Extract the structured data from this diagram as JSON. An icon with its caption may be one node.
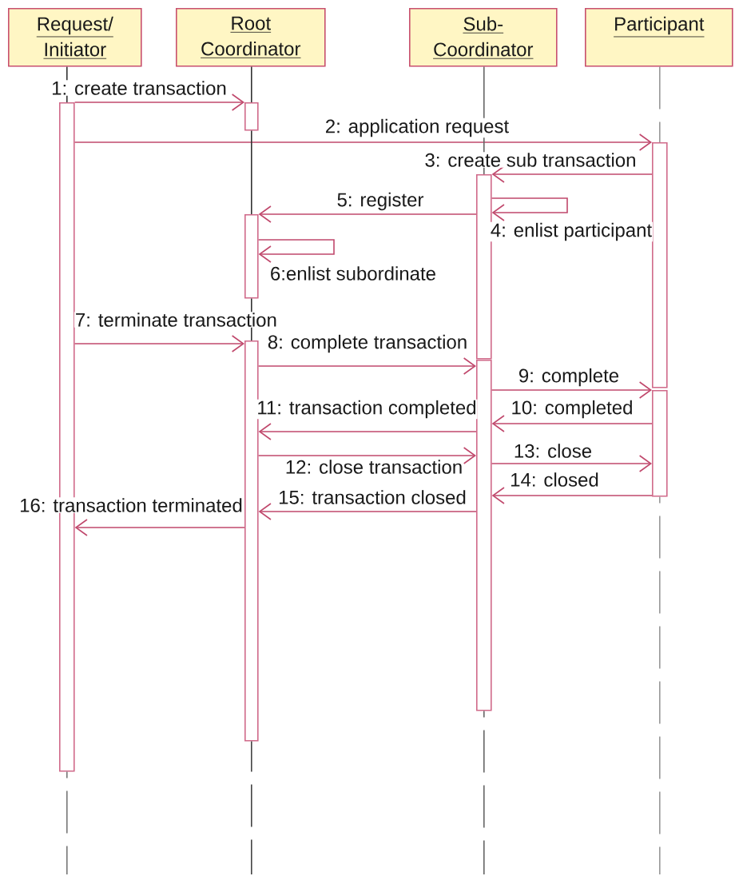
{
  "diagram": {
    "nodes": [
      {
        "text": [
          "Request/ Initiator"
        ]
      },
      {
        "text": [
          "Root Coordinator"
        ]
      },
      {
        "text": [
          "Sub- Coordinator"
        ]
      },
      {
        "text": [
          "Participant"
        ]
      },
      {
        "text": [],
        "shape": "bar"
      },
      {
        "text": [],
        "shape": "bar"
      },
      {
        "text": [],
        "shape": "bar"
      },
      {
        "text": [],
        "shape": "bar"
      },
      {
        "text": [],
        "shape": "bar"
      },
      {
        "text": [],
        "shape": "bar"
      },
      {
        "text": [],
        "shape": "bar"
      },
      {
        "text": [],
        "shape": "bar"
      }
    ],
    "edges": [
      {
        "from": 4,
        "to": 5,
        "arrow": "to",
        "label": "1: create transaction"
      },
      {
        "from": 4,
        "to": 10,
        "arrow": "to",
        "label": "2: application request"
      },
      {
        "from": 10,
        "to": 8,
        "arrow": "to",
        "label": "3: create sub transaction"
      },
      {
        "from": 8,
        "to": 8,
        "arrow": "to",
        "label": "4: enlist participant"
      },
      {
        "from": 8,
        "to": 6,
        "arrow": "to",
        "label": "5: register"
      },
      {
        "from": 6,
        "to": 6,
        "arrow": "to",
        "label": "6:enlist subordinate"
      },
      {
        "from": 4,
        "to": 7,
        "arrow": "to",
        "label": "7: terminate transaction"
      },
      {
        "from": 7,
        "to": 9,
        "arrow": "to",
        "label": "8: complete transaction"
      },
      {
        "from": 9,
        "to": 11,
        "arrow": "to",
        "label": "9: complete"
      },
      {
        "from": 11,
        "to": 9,
        "arrow": "to",
        "label": "10: completed"
      },
      {
        "from": 9,
        "to": 7,
        "arrow": "to",
        "label": "11: transaction completed"
      },
      {
        "from": 7,
        "to": 9,
        "arrow": "to",
        "label": "12: close transaction"
      },
      {
        "from": 9,
        "to": 11,
        "arrow": "to",
        "label": "13: close"
      },
      {
        "from": 11,
        "to": 9,
        "arrow": "to",
        "label": "14: closed"
      },
      {
        "from": 9,
        "to": 7,
        "arrow": "to",
        "label": "15: transaction closed"
      },
      {
        "from": 7,
        "to": 4,
        "arrow": "to",
        "label": "16: transaction terminated"
      },
      {
        "from": 0,
        "to": 4,
        "arrow": "none",
        "color": "#333333"
      },
      {
        "from": 1,
        "to": 5,
        "arrow": "none",
        "color": "#333333"
      },
      {
        "from": 5,
        "to": 6,
        "arrow": "none",
        "color": "#333333"
      },
      {
        "from": 6,
        "to": 7,
        "arrow": "none",
        "color": "#333333"
      },
      {
        "from": 2,
        "to": 8,
        "arrow": "none",
        "color": "#666666"
      },
      {
        "from": 3,
        "to": 10,
        "arrow": "none",
        "style": "dashed",
        "color": "#999999"
      },
      {
        "from": 4,
        "to": null,
        "arrow": "none",
        "style": "dashed",
        "color": "#777777"
      },
      {
        "from": 7,
        "to": null,
        "arrow": "none",
        "style": "dashed",
        "color": "#444444"
      },
      {
        "from": 9,
        "to": null,
        "arrow": "none",
        "style": "dashed",
        "color": "#666666"
      },
      {
        "from": 11,
        "to": null,
        "arrow": "none",
        "style": "dashed",
        "color": "#999999"
      }
    ]
  }
}
